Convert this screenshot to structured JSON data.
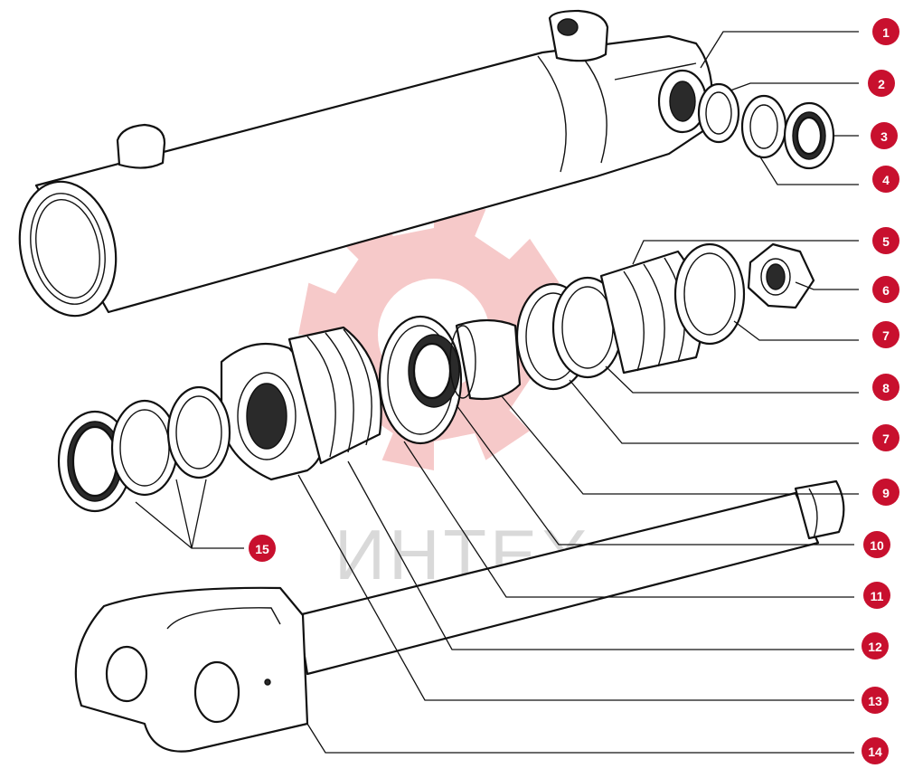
{
  "colors": {
    "badge": "#c8102e",
    "watermark_gear": "#f6c9c9",
    "watermark_text": "#d9d9d9",
    "line": "#111111"
  },
  "watermark": {
    "text": "ИНТЕХ"
  },
  "callouts": [
    {
      "label": "1"
    },
    {
      "label": "2"
    },
    {
      "label": "3"
    },
    {
      "label": "4"
    },
    {
      "label": "5"
    },
    {
      "label": "6"
    },
    {
      "label": "7"
    },
    {
      "label": "8"
    },
    {
      "label": "7"
    },
    {
      "label": "9"
    },
    {
      "label": "10"
    },
    {
      "label": "11"
    },
    {
      "label": "12"
    },
    {
      "label": "13"
    },
    {
      "label": "14"
    },
    {
      "label": "15"
    }
  ]
}
